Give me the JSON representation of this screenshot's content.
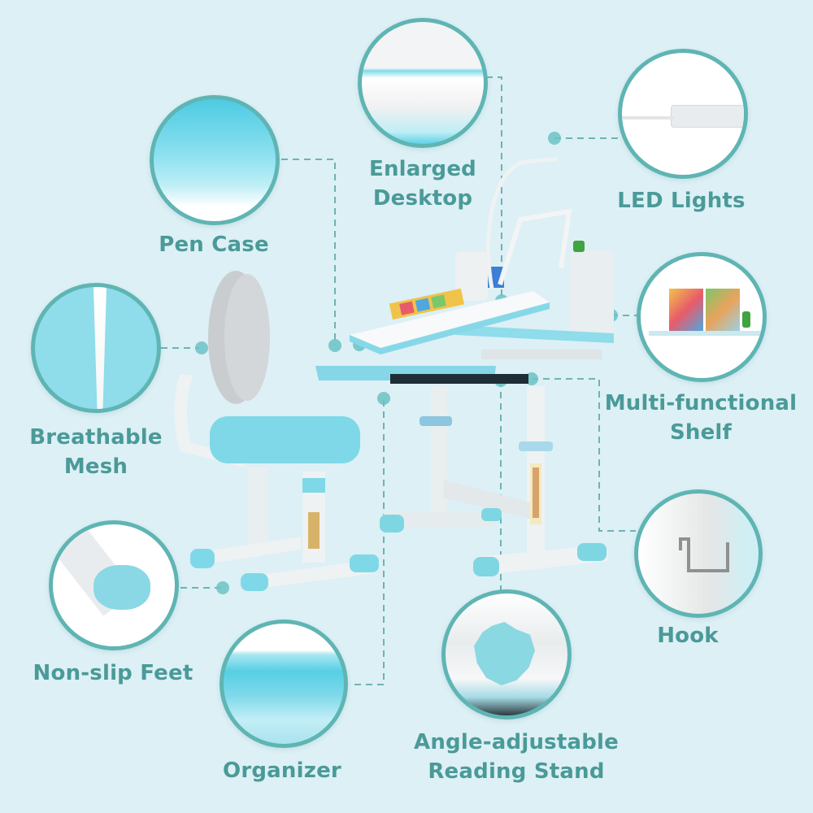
{
  "colors": {
    "background": "#dcf0f5",
    "accent": "#5fb5b3",
    "label_text": "#4a9a98",
    "product_blue": "#7fd6e3",
    "product_white": "#eef2f3"
  },
  "features": [
    {
      "id": "pen-case",
      "label_lines": [
        "Pen Case"
      ],
      "icon": "pen-case-closeup"
    },
    {
      "id": "enlarged-desktop",
      "label_lines": [
        "Enlarged",
        "Desktop"
      ],
      "icon": "desktop-closeup"
    },
    {
      "id": "led-lights",
      "label_lines": [
        "LED Lights"
      ],
      "icon": "led-lamp-closeup"
    },
    {
      "id": "breathable-mesh",
      "label_lines": [
        "Breathable",
        "Mesh"
      ],
      "icon": "backrest-closeup"
    },
    {
      "id": "multi-functional-shelf",
      "label_lines": [
        "Multi-functional",
        "Shelf"
      ],
      "icon": "shelf-closeup"
    },
    {
      "id": "non-slip-feet",
      "label_lines": [
        "Non-slip Feet"
      ],
      "icon": "foot-cap-closeup"
    },
    {
      "id": "hook",
      "label_lines": [
        "Hook"
      ],
      "icon": "hook-closeup"
    },
    {
      "id": "organizer",
      "label_lines": [
        "Organizer"
      ],
      "icon": "organizer-closeup"
    },
    {
      "id": "angle-adjustable-reading-stand",
      "label_lines": [
        "Angle-adjustable",
        "Reading Stand"
      ],
      "icon": "knob-closeup"
    }
  ],
  "product": {
    "name": "desk-and-chair-set",
    "items": [
      "desk",
      "chair",
      "reading-stand",
      "desk-lamp",
      "shelf"
    ]
  }
}
